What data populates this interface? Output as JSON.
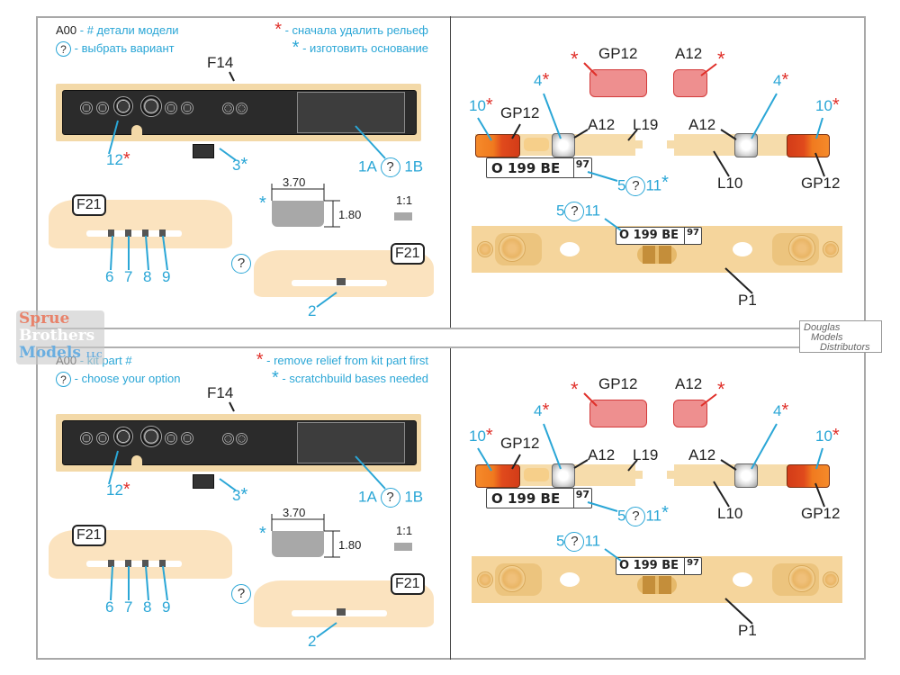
{
  "sheets": [
    {
      "language": "ru",
      "legend": {
        "part_code": "A00",
        "part_desc": "- # детали модели",
        "option_symbol": "?",
        "option_desc": "- выбрать вариант",
        "red_star_desc": "- сначала удалить рельеф",
        "blue_star_desc": "- изготовить основание"
      }
    },
    {
      "language": "en",
      "legend": {
        "part_code": "A00",
        "part_desc": "- kit part #",
        "option_symbol": "?",
        "option_desc": "- choose your option",
        "red_star_desc": "- remove relief from kit part first",
        "blue_star_desc": "- scratchbuild bases needed"
      }
    }
  ],
  "left_panel": {
    "dashboard_part": "F14",
    "callouts": {
      "c12": "12",
      "c3": "3",
      "c1a": "1A",
      "c1b": "1B",
      "c6": "6",
      "c7": "7",
      "c8": "8",
      "c9": "9",
      "c2": "2"
    },
    "f21_label": "F21",
    "base_dims": {
      "width": "3.70",
      "height": "1.80",
      "scale": "1:1"
    }
  },
  "right_panel": {
    "top_parts": {
      "gp12": "GP12",
      "a12": "A12"
    },
    "labels": {
      "c10": "10",
      "c4": "4",
      "gp12": "GP12",
      "a12": "A12",
      "l19": "L19",
      "l10": "L10",
      "c5": "5",
      "c11": "11",
      "p1": "P1"
    },
    "plate": {
      "number": "O 199 BE",
      "region": "97"
    }
  },
  "symbols": {
    "star": "*",
    "question": "?"
  },
  "watermarks": {
    "sbm": [
      "Sprue",
      "Brothers",
      "Models"
    ],
    "sbm_suffix": "LLC",
    "dmd": [
      "Douglas",
      "Models",
      "Distributors"
    ]
  },
  "colors": {
    "accent_blue": "#2aa6d6",
    "accent_red": "#e0302a",
    "resin": "#f5d59c"
  }
}
